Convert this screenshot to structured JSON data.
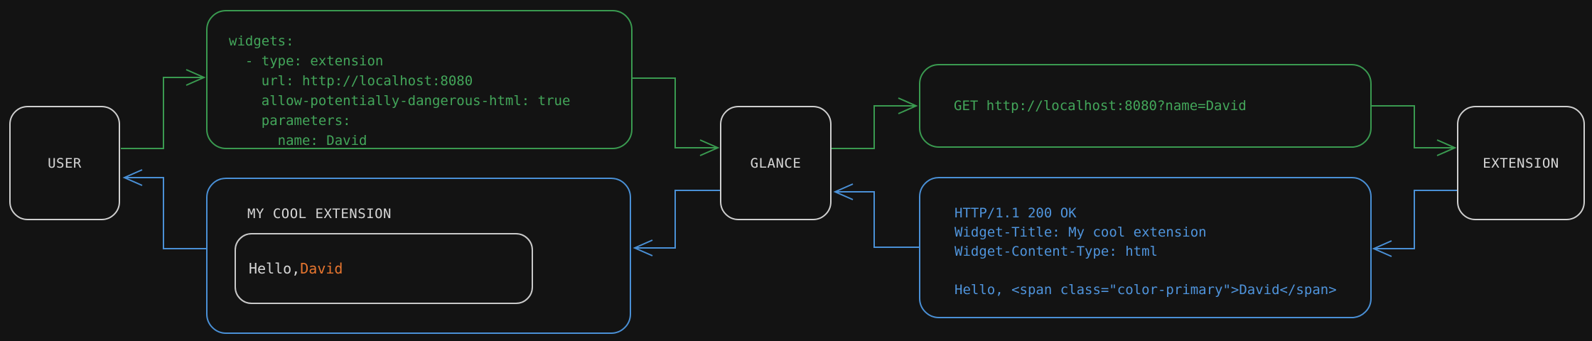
{
  "colors": {
    "background": "#131313",
    "green_accent": "#3a9a50",
    "blue_accent": "#4a90d6",
    "node_border_gray": "#cfcfcf",
    "text_gray": "#d6d6d6",
    "orange_primary": "#e6752f"
  },
  "nodes": {
    "user": {
      "label": "USER"
    },
    "glance": {
      "label": "GLANCE"
    },
    "extension": {
      "label": "EXTENSION"
    }
  },
  "config_box": {
    "lines": [
      "widgets:",
      "  - type: extension",
      "    url: http://localhost:8080",
      "    allow-potentially-dangerous-html: true",
      "    parameters:",
      "      name: David"
    ]
  },
  "request_box": {
    "text": "GET http://localhost:8080?name=David"
  },
  "response_box": {
    "lines": [
      "HTTP/1.1 200 OK",
      "Widget-Title: My cool extension",
      "Widget-Content-Type: html",
      "",
      "Hello, <span class=\"color-primary\">David</span>"
    ]
  },
  "widget_preview_box": {
    "title": "MY COOL EXTENSION",
    "greeting_prefix": "Hello, ",
    "greeting_name": "David"
  },
  "flows": [
    {
      "from": "user",
      "to": "config_box",
      "color": "green"
    },
    {
      "from": "config_box",
      "to": "glance",
      "color": "green"
    },
    {
      "from": "glance",
      "to": "request_box",
      "color": "green"
    },
    {
      "from": "request_box",
      "to": "extension",
      "color": "green"
    },
    {
      "from": "extension",
      "to": "response_box",
      "color": "blue"
    },
    {
      "from": "response_box",
      "to": "glance",
      "color": "blue"
    },
    {
      "from": "glance",
      "to": "widget_preview_box",
      "color": "blue"
    },
    {
      "from": "widget_preview_box",
      "to": "user",
      "color": "blue"
    }
  ]
}
